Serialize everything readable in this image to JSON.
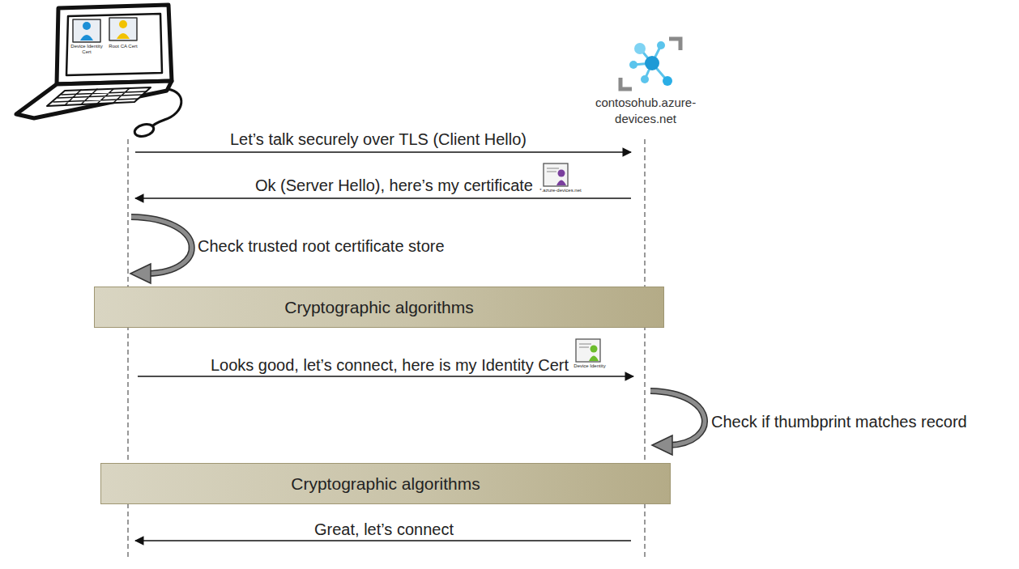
{
  "diagram": {
    "nodes": [
      {
        "text": [
          "Cryptographic algorithms"
        ]
      },
      {
        "text": [
          "Cryptographic algorithms"
        ]
      }
    ],
    "labels": [
      "Device Identity Cert",
      "Root CA Cert",
      "contosohub.azure-devices.net",
      "Let’s talk securely over TLS (Client Hello)",
      "Ok (Server Hello), here’s my certificate",
      "*.azure-devices.net",
      "Check trusted root certificate store",
      "Looks good, let’s connect, here is my Identity Cert",
      "Device Identity",
      "Check if thumbprint matches record",
      "Great, let’s connect"
    ]
  }
}
